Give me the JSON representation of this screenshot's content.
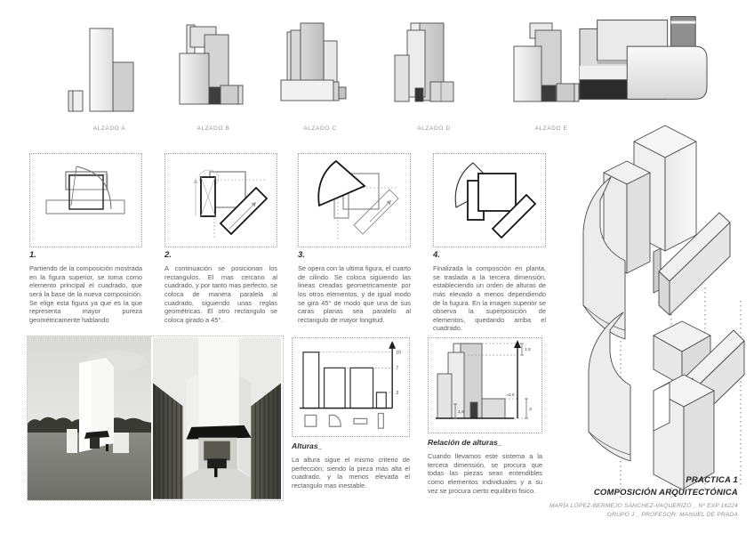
{
  "elevations": {
    "labels": [
      "ALZADO A",
      "ALZADO B",
      "ALZADO C",
      "ALZADO D",
      "ALZADO E"
    ]
  },
  "steps": [
    {
      "number": "1.",
      "text": "Partiendo de la composición mostrada en la figura superior, se toma como elemento principal el cuadrado, que será la base de la nueva composición. Se elige esta figura ya que es la que representa mayor pureza geométricamente hablando"
    },
    {
      "number": "2.",
      "text": "A continuación se posicionan los rectangulos. El mas cercano al cuadrado, y por tanto mas perfecto, se coloca de manera paralela al cuadrado, siguiendo unas reglas geométricas. El otro rectangulo se coloca girado a 45°."
    },
    {
      "number": "3.",
      "text": "Se opera con la ultima figura, el cuarto de cilindo. Se coloca siguiendo las lineas creadas geometricamente por los otros elementos, y de igual modo se gira 45° de modo que una de sus caras planas sea paralelo al rectangulo de mayor longitud."
    },
    {
      "number": "4.",
      "text": "Finalizada la composción en planta, se traslada a la tercera dimensión, estableciendo un orden de alturas de más elevado a menos dependiendo de la fugura. En la imagen superior se observa la superposición de elementos, quedando arriba el cuadrado."
    }
  ],
  "alturas": {
    "heading": "Alturas_",
    "body": "La altura sigue el mismo criterio de perfección; siendo la pieza más alta el cuadrado, y la menos elevada el rectangulo mas inestable.",
    "ticks": [
      "10",
      "7",
      "3"
    ]
  },
  "relacion": {
    "heading": "Relación de alturas_",
    "body": "Cuando llevamos este sistema a la tercera dimensión, se procura que todas las piezas sean entendibles como elementos individuales y a su vez se procura cierto equilibrio fisico.",
    "dims": {
      "d1": "1,5",
      "d2": "=0,5",
      "d3": "3",
      "d4": "1,5"
    }
  },
  "titleblock": {
    "line1": "PRACTICA 1",
    "line2": "COMPOSICIÓN ARQUITECTÓNICA",
    "line3": "MARÍA LÓPEZ-BERMEJO SÁNCHEZ-VAQUERIZO _ Nº EXP 16224",
    "line4": "GRUPO J _ PROFESOR: MANUEL DE PRADA"
  },
  "chart_data": {
    "type": "bar",
    "title": "Alturas_",
    "categories": [
      "cuadrado",
      "cuarto de cilindro",
      "rectangulo",
      "rectangulo girado 45°"
    ],
    "values": [
      10,
      7,
      7,
      3
    ],
    "ylim": [
      0,
      10
    ],
    "tick_labels": [
      "10",
      "7",
      "3"
    ],
    "legend": "shape icons below each bar"
  },
  "colors": {
    "ink": "#3c3c3c",
    "light_fill": "#ececec",
    "mid_fill": "#d2d2d2",
    "dark_fill": "#2b2b2b",
    "caption_gray": "#969696"
  }
}
